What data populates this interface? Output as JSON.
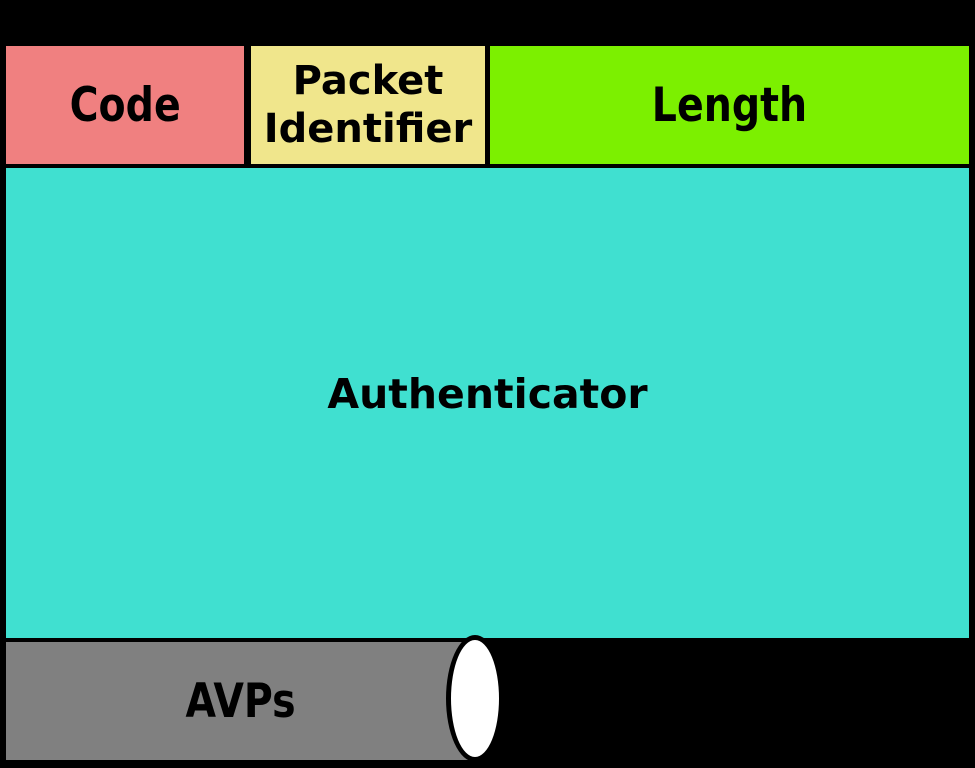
{
  "diagram": {
    "background_color": "#000000",
    "outline_color": "#000000",
    "fields": [
      {
        "id": "code",
        "label": "Code",
        "color": "#F08080"
      },
      {
        "id": "packet-identifier",
        "label": "Packet Identifier",
        "color": "#F0E68C"
      },
      {
        "id": "length",
        "label": "Length",
        "color": "#7CF000"
      },
      {
        "id": "authenticator",
        "label": "Authenticator",
        "color": "#40E0D0"
      },
      {
        "id": "avps",
        "label": "AVPs",
        "color": "#808080"
      }
    ],
    "cylinder_ellipse": {
      "fill": "#FFFFFF",
      "stroke": "#000000"
    }
  }
}
